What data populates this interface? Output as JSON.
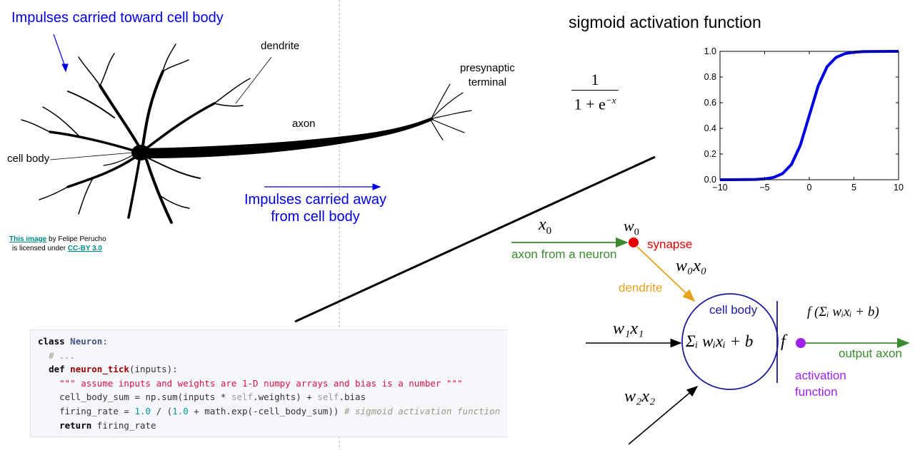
{
  "neuron": {
    "toward_label": "Impulses carried toward cell body",
    "dendrite": "dendrite",
    "presynaptic_line1": "presynaptic",
    "presynaptic_line2": "terminal",
    "axon": "axon",
    "cell_body": "cell body",
    "away_line1": "Impulses carried away",
    "away_line2": "from cell body",
    "credit": {
      "link1": "This image",
      "text1": " by Felipe Perucho",
      "text2": "is licensed under ",
      "link2": "CC-BY 3.0"
    }
  },
  "sigmoid": {
    "title": "sigmoid activation function",
    "formula_numerator": "1",
    "formula_denominator": "1 + e",
    "formula_exponent": "−x",
    "chart_data": {
      "type": "line",
      "series": [
        {
          "color": "#0000e6",
          "x": [
            -10,
            -8,
            -6,
            -5,
            -4,
            -3,
            -2,
            -1,
            0,
            1,
            2,
            3,
            4,
            5,
            6,
            8,
            10
          ],
          "values": [
            4.54e-05,
            0.000335,
            0.00247,
            0.00669,
            0.018,
            0.0474,
            0.119,
            0.269,
            0.5,
            0.731,
            0.881,
            0.953,
            0.982,
            0.9933,
            0.9975,
            0.99966,
            0.99995
          ]
        }
      ],
      "xlim": [
        -10,
        10
      ],
      "ylim": [
        0,
        1
      ],
      "xticks": [
        "−10",
        "−5",
        "0",
        "5",
        "10"
      ],
      "xtick_values": [
        -10,
        -5,
        0,
        5,
        10
      ],
      "yticks": [
        "0.0",
        "0.2",
        "0.4",
        "0.6",
        "0.8",
        "1.0"
      ],
      "ytick_values": [
        0,
        0.2,
        0.4,
        0.6,
        0.8,
        1.0
      ],
      "grid": false,
      "title": "",
      "xlabel": "",
      "ylabel": ""
    }
  },
  "model": {
    "x0": "x",
    "x0_sub": "0",
    "w0": "w",
    "w0_sub": "0",
    "synapse": "synapse",
    "axon_from_neuron": "axon from a neuron",
    "w0x0": "w₀x₀",
    "dendrite": "dendrite",
    "cell_body": "cell body",
    "w1x1": "w₁x₁",
    "w2x2": "w₂x₂",
    "sum_formula": "Σᵢ wᵢxᵢ + b",
    "f": "f",
    "output_formula": "f (Σᵢ wᵢxᵢ + b)",
    "output_axon": "output axon",
    "activation_line1": "activation",
    "activation_line2": "function",
    "colors": {
      "green": "#3a8a2e",
      "red": "#e60000",
      "orange": "#e6a21a",
      "navy": "#1a1a99",
      "purple": "#a020f0"
    }
  },
  "code": {
    "l1_kw": "class",
    "l1_name": "Neuron",
    "l1_rest": ":",
    "l2": "# ...",
    "l3_kw": "def",
    "l3_name": "neuron_tick",
    "l3_rest": "(inputs):",
    "l4": "\"\"\" assume inputs and weights are 1-D numpy arrays and bias is a number \"\"\"",
    "l5_a": "cell_body_sum = np.sum(inputs * ",
    "l5_self1": "self",
    "l5_b": ".weights) + ",
    "l5_self2": "self",
    "l5_c": ".bias",
    "l6_a": "firing_rate = ",
    "l6_n1": "1.0",
    "l6_b": " / (",
    "l6_n2": "1.0",
    "l6_c": " + math.exp(-cell_body_sum)) ",
    "l6_cmt": "# sigmoid activation function",
    "l7_kw": "return",
    "l7_rest": " firing_rate"
  }
}
